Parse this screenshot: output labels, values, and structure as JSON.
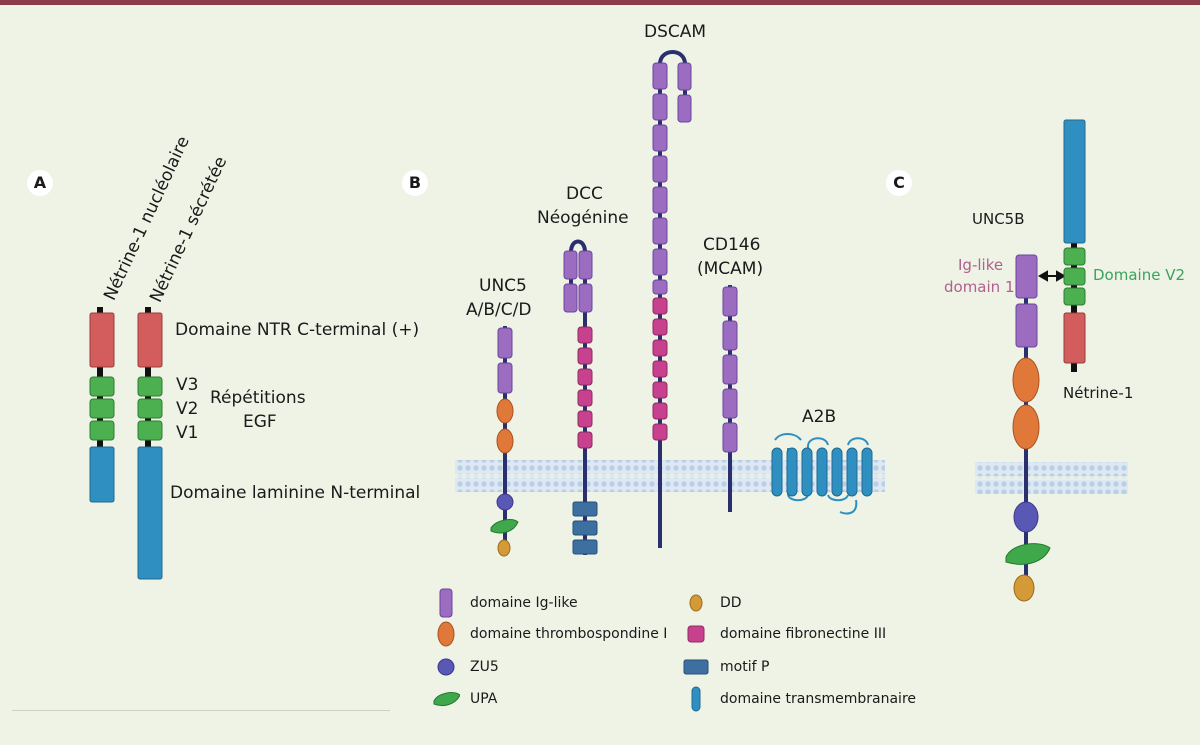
{
  "colors": {
    "background": "#eef3e6",
    "top_bar": "#8a3a48",
    "red": "#d35c5c",
    "green": "#4caf50",
    "blue": "#2f8fc0",
    "purple": "#9b6cc0",
    "orange": "#e0783a",
    "magenta": "#c8418e",
    "zu5": "#5a58b5",
    "upa": "#3fa84a",
    "dd": "#d49a38",
    "motif_p": "#3d6fa0",
    "stalk": "#2a2f6e",
    "membrane": "#c4d8ec",
    "ig_like_text": "#b0608e",
    "domaine_v2_text": "#3aa35c"
  },
  "panel_a": {
    "letter": "A",
    "label_nucleolaire": "Nétrine-1 nucléolaire",
    "label_secretee": "Nétrine-1 sécrétée",
    "ntr": "Domaine NTR C-terminal (+)",
    "v3": "V3",
    "v2": "V2",
    "v1": "V1",
    "egf_line1": "Répétitions",
    "egf_line2": "EGF",
    "laminin": "Domaine laminine N-terminal"
  },
  "panel_b": {
    "letter": "B",
    "unc5_line1": "UNC5",
    "unc5_line2": "A/B/C/D",
    "dcc_line1": "DCC",
    "dcc_line2": "Néogénine",
    "dscam": "DSCAM",
    "cd146_line1": "CD146",
    "cd146_line2": "(MCAM)",
    "a2b": "A2B"
  },
  "panel_c": {
    "letter": "C",
    "unc5b": "UNC5B",
    "ig_line1": "Ig-like",
    "ig_line2": "domain 1",
    "domaine_v2": "Domaine V2",
    "netrine": "Nétrine-1"
  },
  "legend": [
    {
      "label": "domaine Ig-like",
      "icon": "ig-like-icon"
    },
    {
      "label": "domaine thrombospondine I",
      "icon": "thrombospondin-icon"
    },
    {
      "label": "ZU5",
      "icon": "zu5-icon"
    },
    {
      "label": "UPA",
      "icon": "upa-icon"
    },
    {
      "label": "DD",
      "icon": "dd-icon"
    },
    {
      "label": "domaine fibronectine III",
      "icon": "fibronectin-icon"
    },
    {
      "label": "motif P",
      "icon": "motif-p-icon"
    },
    {
      "label": "domaine transmembranaire",
      "icon": "transmembrane-icon"
    }
  ]
}
